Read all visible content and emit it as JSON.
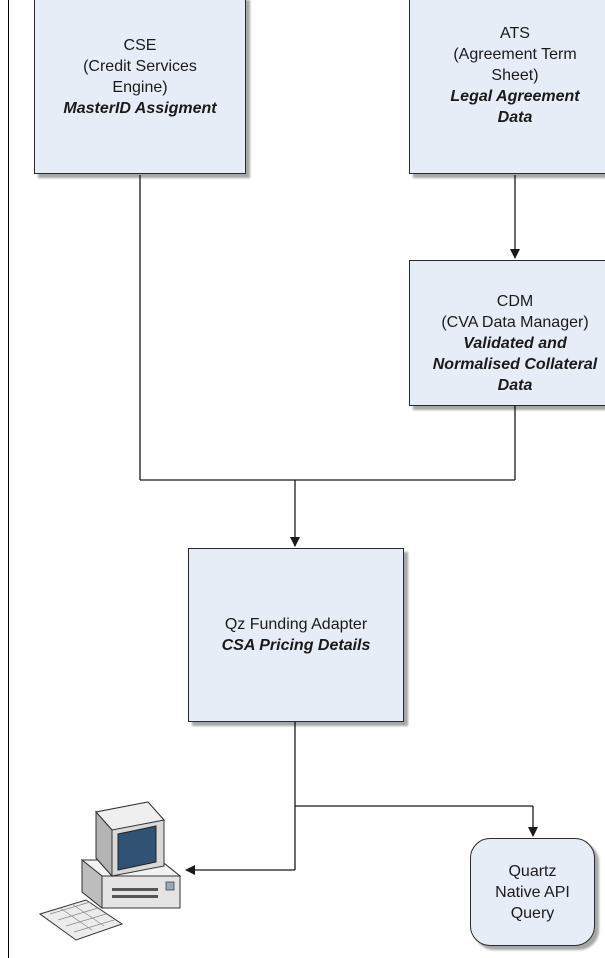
{
  "nodes": {
    "cse": {
      "lines": [
        "CSE",
        "(Credit Services",
        "Engine)"
      ],
      "bold": [
        "MasterID Assigment"
      ]
    },
    "ats": {
      "lines": [
        "ATS",
        "(Agreement Term",
        "Sheet)"
      ],
      "bold": [
        "Legal Agreement",
        "Data"
      ]
    },
    "cdm": {
      "lines": [
        "CDM",
        "(CVA Data Manager)"
      ],
      "bold": [
        "Validated and",
        "Normalised Collateral",
        "Data"
      ]
    },
    "qz": {
      "lines": [
        "Qz Funding Adapter"
      ],
      "bold": [
        "CSA Pricing Details"
      ]
    },
    "quartz": {
      "lines": [
        "Quartz",
        "Native API",
        "Query"
      ],
      "bold": []
    }
  },
  "icons": {
    "computer": "desktop-computer-icon"
  },
  "colors": {
    "box_fill": "#e7edf7",
    "box_border": "#2a2a2a",
    "connector": "#1a1a1a"
  }
}
